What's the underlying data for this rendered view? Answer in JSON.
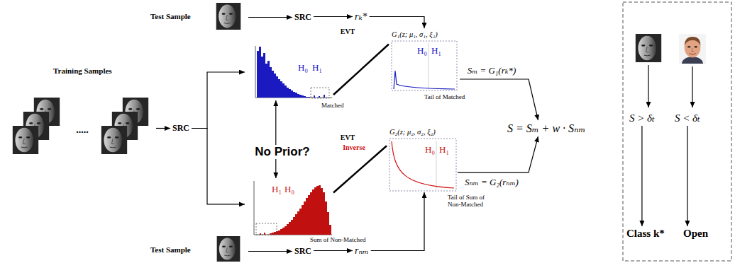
{
  "diagram": {
    "nodes": [
      {
        "text": [
          "Test Sample"
        ]
      },
      {
        "text": [
          "SRC"
        ]
      },
      {
        "text": [
          "rₖ*"
        ]
      },
      {
        "text": [
          "Training Samples"
        ]
      },
      {
        "text": [
          "SRC"
        ]
      },
      {
        "text": [
          "H₀",
          "H₁",
          "Matched"
        ]
      },
      {
        "text": [
          "H₁",
          "H₀",
          "Sum of Non-Matched"
        ]
      },
      {
        "text": [
          "G₁(z; μ₁, σ₁, ξ₁)",
          "H₀",
          "H₁",
          "Tail of Matched"
        ]
      },
      {
        "text": [
          "G₂(z; μ₂, σ₂, ξ₂)",
          "H₀",
          "H₁",
          "Tail of Sum of Non-Matched"
        ]
      },
      {
        "text": [
          "S = Sₘ + w · Sₙₘ"
        ]
      },
      {
        "text": [
          "Test Sample"
        ]
      },
      {
        "text": [
          "SRC"
        ]
      },
      {
        "text": [
          "rₙₘ"
        ]
      },
      {
        "text": [
          "S > δₜ"
        ]
      },
      {
        "text": [
          "S < δₜ"
        ]
      },
      {
        "text": [
          "Class k*"
        ]
      },
      {
        "text": [
          "Open"
        ]
      }
    ],
    "edges": [
      {
        "from": 0,
        "to": 1,
        "arrow": "to"
      },
      {
        "from": 1,
        "to": 2,
        "arrow": "to"
      },
      {
        "from": 2,
        "to": 7,
        "arrow": "to"
      },
      {
        "from": 3,
        "to": 4,
        "arrow": "to"
      },
      {
        "from": 4,
        "to": 5,
        "arrow": "to"
      },
      {
        "from": 4,
        "to": 6,
        "arrow": "to"
      },
      {
        "from": 5,
        "to": 6,
        "label": "No Prior?",
        "arrow": "both"
      },
      {
        "from": 5,
        "to": 7,
        "label": "EVT",
        "arrow": "none"
      },
      {
        "from": 6,
        "to": 8,
        "label": "EVT",
        "arrow": "none"
      },
      {
        "from": 7,
        "to": 9,
        "label": "Sₘ = G₁(rₖ*)",
        "arrow": "to"
      },
      {
        "from": 8,
        "to": 9,
        "label": "Sₙₘ = G₂(rₙₘ)",
        "arrow": "to"
      },
      {
        "from": 10,
        "to": 11,
        "arrow": "to"
      },
      {
        "from": 11,
        "to": 12,
        "arrow": "to"
      },
      {
        "from": 12,
        "to": 8,
        "arrow": "to"
      },
      {
        "from": 13,
        "to": 15,
        "arrow": "to"
      },
      {
        "from": 14,
        "to": 16,
        "arrow": "to"
      }
    ],
    "labels": [
      ".....",
      "Inverse"
    ]
  }
}
